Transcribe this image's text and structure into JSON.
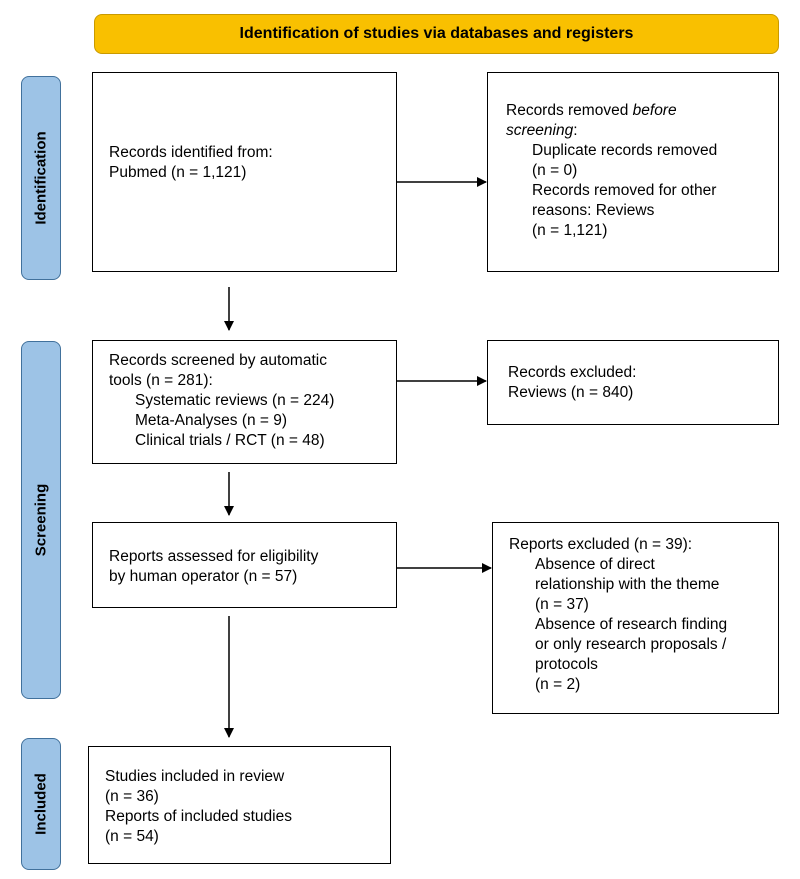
{
  "banner": {
    "title": "Identification of studies via databases and registers"
  },
  "phases": {
    "identification": "Identification",
    "screening": "Screening",
    "included": "Included"
  },
  "boxes": {
    "identified": {
      "line1": "Records identified from:",
      "line2": "Pubmed (n = 1,121)"
    },
    "removed": {
      "line1_prefix": "Records removed ",
      "line1_italic": "before",
      "line2_italic": "screening",
      "line2_suffix": ":",
      "dup_label": "Duplicate records removed",
      "dup_count": "(n = 0)",
      "other_label1": "Records removed for other",
      "other_label2": "reasons: Reviews",
      "other_count": "(n = 1,121)"
    },
    "screened": {
      "line1": "Records screened by automatic",
      "line2": "tools (n = 281):",
      "item1": "Systematic reviews (n = 224)",
      "item2": "Meta-Analyses (n = 9)",
      "item3": "Clinical trials / RCT (n = 48)"
    },
    "excluded": {
      "line1": "Records excluded:",
      "line2": "Reviews (n = 840)"
    },
    "assessed": {
      "line1": "Reports assessed for eligibility",
      "line2": "by human operator (n = 57)"
    },
    "reports_excluded": {
      "line1": "Reports excluded (n = 39):",
      "r1a": "Absence of direct",
      "r1b": "relationship with the theme",
      "r1c": "(n = 37)",
      "r2a": "Absence of research finding",
      "r2b": "or only research proposals /",
      "r2c": "protocols",
      "r2d": "(n = 2)"
    },
    "included": {
      "line1": "Studies included in review",
      "line2": "(n = 36)",
      "line3": "Reports of included studies",
      "line4": "(n = 54)"
    }
  }
}
